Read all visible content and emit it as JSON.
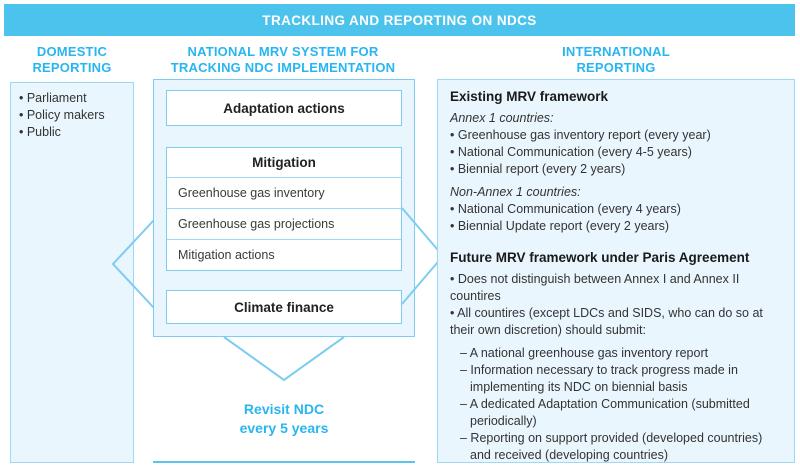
{
  "banner": {
    "title": "TRACKLING AND REPORTING ON NDCS"
  },
  "colors": {
    "banner_bg": "#4cc3ec",
    "accent": "#29b6f0",
    "panel_fill": "#eaf6fd",
    "border": "#7ecdf0"
  },
  "columns": {
    "domestic": {
      "heading": "DOMESTIC\nREPORTING"
    },
    "national": {
      "heading": "NATIONAL MRV SYSTEM FOR\nTRACKING NDC IMPLEMENTATION"
    },
    "international": {
      "heading": "INTERNATIONAL\nREPORTING"
    }
  },
  "domestic": {
    "items": [
      "• Parliament",
      "• Policy makers",
      "• Public"
    ]
  },
  "national": {
    "adaptation_label": "Adaptation actions",
    "mitigation_title": "Mitigation",
    "mitigation_rows": [
      "Greenhouse gas inventory",
      "Greenhouse gas projections",
      "Mitigation actions"
    ],
    "finance_label": "Climate finance",
    "revisit_line1": "Revisit NDC",
    "revisit_line2": "every 5 years"
  },
  "international": {
    "existing_heading": "Existing MRV framework",
    "annex1_label": "Annex 1 countries:",
    "annex1_items": [
      "• Greenhouse gas inventory report (every year)",
      "• National Communication (every 4-5 years)",
      "• Biennial report (every 2 years)"
    ],
    "non_annex1_label": "Non-Annex 1 countries:",
    "non_annex1_items": [
      "• National Communication (every 4 years)",
      "• Biennial Update report (every 2 years)"
    ],
    "future_heading": "Future MRV framework under Paris Agreement",
    "future_items": [
      "• Does not distinguish between Annex I and Annex II countires",
      "• All countires (except LDCs and SIDS, who can do so at their own discretion) should submit:"
    ],
    "future_sub_items": [
      "– A national greenhouse gas inventory report",
      "– Information necessary to track progress made in implementing its NDC on biennial basis",
      "– A dedicated Adaptation Communication (submitted periodically)",
      "– Reporting on support provided (developed countries) and received (developing countries)"
    ]
  },
  "icons": {
    "chevron_left": "chevron-left-icon",
    "chevron_right": "chevron-right-icon",
    "chevron_down": "chevron-down-icon"
  }
}
